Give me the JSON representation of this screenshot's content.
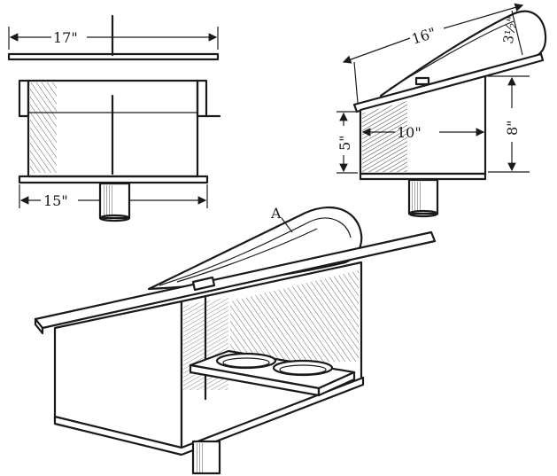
{
  "front_view": {
    "top_width": "17\"",
    "bottom_width": "15\""
  },
  "side_view": {
    "roof_length": "16\"",
    "scoop_height": "3½\"",
    "front_height": "5\"",
    "depth": "10\"",
    "back_height": "8\""
  },
  "perspective_view": {
    "scoop_label": "A"
  }
}
